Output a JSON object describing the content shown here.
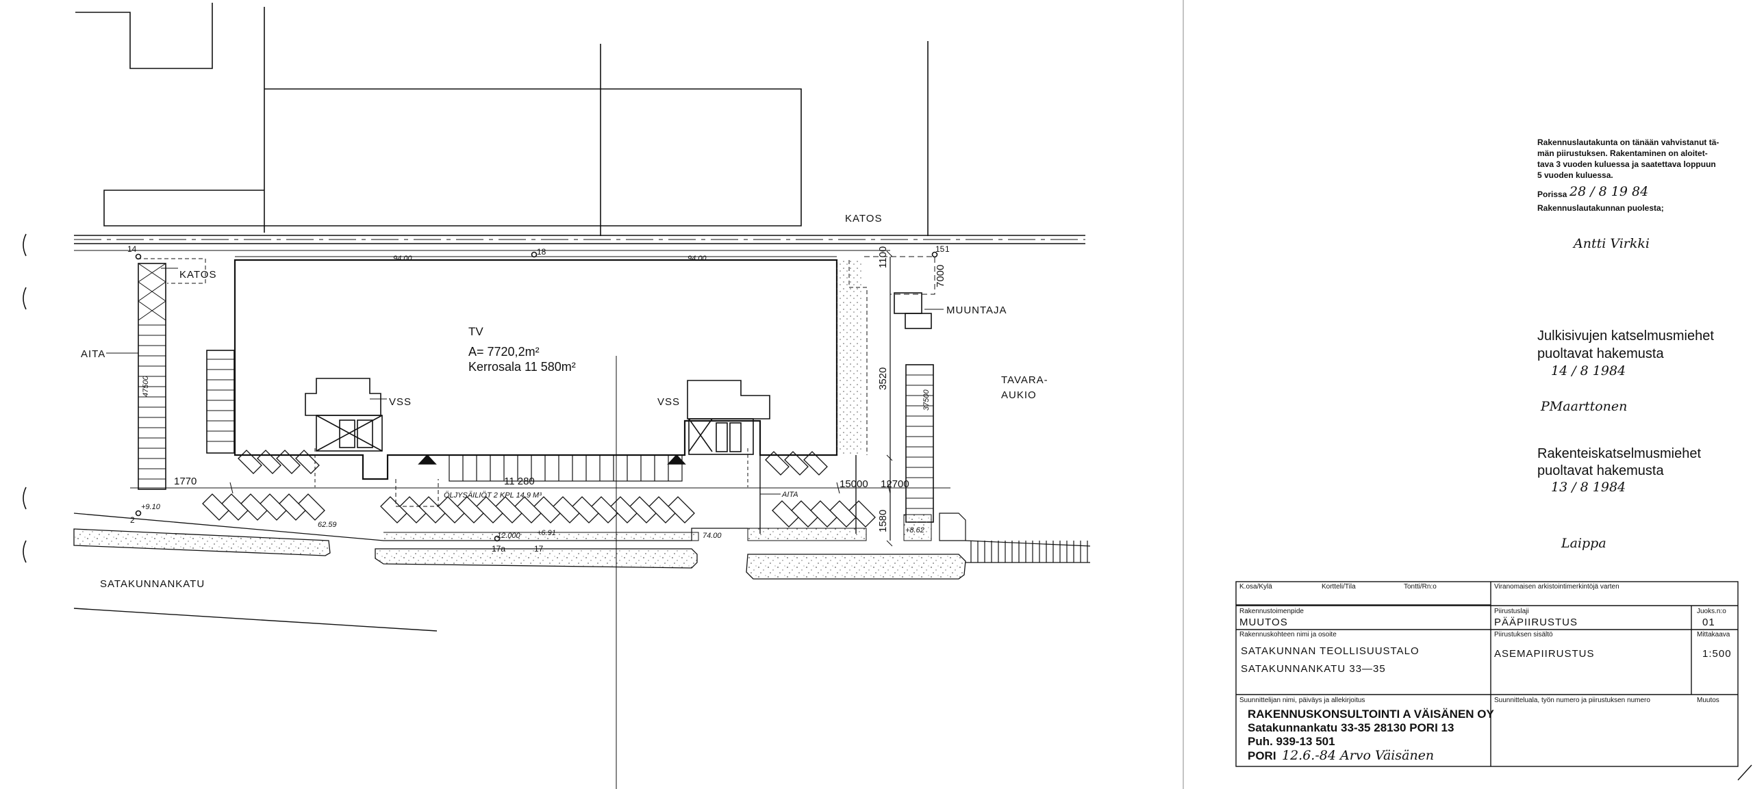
{
  "site_plan": {
    "building_code": "TV",
    "area_label": "A= 7720,2m²",
    "floor_area_label": "Kerrosala 11 580m²",
    "labels": {
      "katos_top": "KATOS",
      "katos_left": "KATOS",
      "muuntaja": "MUUNTAJA",
      "aita_left": "AITA",
      "aita_bottom": "AITA",
      "tavara_1": "TAVARA-",
      "tavara_2": "AUKIO",
      "street": "SATAKUNNANKATU",
      "vss_left": "VSS",
      "vss_right": "VSS"
    },
    "dimensions": {
      "d1770": "1770",
      "d11280": "11 280",
      "d15000": "15000",
      "d12700": "12700",
      "d3520": "3520",
      "d1580": "1580",
      "d7000": "7000",
      "d1100": "1100"
    },
    "small_notes": {
      "top_left_9400": "94.00",
      "top_right_9400": "94.00",
      "fuel_tanks": "ÖLJYSÄILIÖT 2 KPL 14,9 M³",
      "lvl_910": "+9.10",
      "lvl_6259": "62.59",
      "lvl_12000": "12.000",
      "lvl_691": "+6.91",
      "lvl_7400": "74.00",
      "lvl_862": "+8.62",
      "left_strip": "47500",
      "right_strip": "37500"
    },
    "points": {
      "p14": "14",
      "p18": "18",
      "p15": "15",
      "p2": "2",
      "p17a": "17a",
      "p17": "17",
      "p1": "1"
    }
  },
  "approvals": {
    "board": {
      "lines": [
        "Rakennuslautakunta on tänään vahvistanut tä-",
        "män piirustuksen. Rakentaminen on aloitet-",
        "tava 3 vuoden kuluessa ja saatettava loppuun",
        "5 vuoden kuluessa."
      ],
      "date_prefix": "Porissa",
      "date_value": "28 / 8   19 84",
      "signer_label": "Rakennuslautakunnan puolesta;",
      "signature": "Antti Virkki"
    },
    "street_inspectors": {
      "line1": "Julkisivujen katselmusmiehet",
      "line2": "puoltavat hakemusta",
      "date": "14 / 8    1984",
      "signature": "PMaarttonen"
    },
    "structure_inspectors": {
      "line1": "Rakenteiskatselmusmiehet",
      "line2": "puoltavat hakemusta",
      "date": "13 / 8    1984",
      "signature": "Laippa"
    }
  },
  "title_block": {
    "row1": {
      "ksosa_label": "K.osa/Kylä",
      "kortteli_label": "Kortteli/Tila",
      "tontti_label": "Tontti/Rn:o",
      "archive_label": "Viranomaisen arkistointimerkintöjä varten"
    },
    "measure": {
      "label": "Rakennustoimenpide",
      "value": "MUUTOS"
    },
    "drawing_type": {
      "label": "Piirustuslaji",
      "value": "PÄÄPIIRUSTUS"
    },
    "sequence": {
      "label": "Juoks.n:o",
      "value": "01"
    },
    "object": {
      "label": "Rakennuskohteen nimi ja osoite",
      "line1": "SATAKUNNAN TEOLLISUUSTALO",
      "line2": "SATAKUNNANKATU  33—35"
    },
    "content": {
      "label": "Piirustuksen sisältö",
      "value": "ASEMAPIIRUSTUS"
    },
    "scale": {
      "label": "Mittakaava",
      "value": "1:500"
    },
    "designer": {
      "label": "Suunnittelijan nimi, päiväys ja allekirjoitus",
      "line1": "RAKENNUSKONSULTOINTI A VÄISÄNEN OY",
      "line2": "Satakunnankatu 33-35 28130 PORI 13",
      "line3": "Puh. 939-13 501",
      "line4_city": "PORI",
      "line4_sign": "12.6.-84  Arvo Väisänen"
    },
    "design_field": {
      "label": "Suunnitteluala, työn numero ja piirustuksen numero"
    },
    "revisions": {
      "label": "Muutos"
    }
  }
}
